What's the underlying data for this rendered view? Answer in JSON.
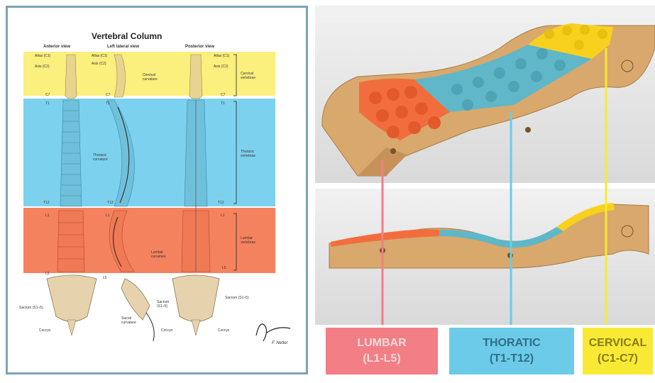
{
  "diagram": {
    "title": "Vertebral Column",
    "views": [
      "Anterior view",
      "Left lateral view",
      "Posterior view"
    ],
    "signature": "F. Netter",
    "anterior_labels": [
      {
        "text": "Atlas (C1)"
      },
      {
        "text": "Axis (C2)"
      },
      {
        "text": "C7"
      },
      {
        "text": "T1"
      },
      {
        "text": "T12"
      },
      {
        "text": "L1"
      },
      {
        "text": "L5"
      },
      {
        "text": "Sacrum (S1–5)"
      },
      {
        "text": "Coccyx"
      }
    ],
    "lateral_labels": [
      {
        "text": "Atlas (C1)"
      },
      {
        "text": "Axis (C2)"
      },
      {
        "text": "Cervical curvature"
      },
      {
        "text": "C7"
      },
      {
        "text": "T1"
      },
      {
        "text": "Thoracic curvature"
      },
      {
        "text": "T12"
      },
      {
        "text": "L1"
      },
      {
        "text": "Lumbar curvature"
      },
      {
        "text": "L5"
      },
      {
        "text": "Sacrum (S1–5)"
      },
      {
        "text": "Sacral curvature"
      },
      {
        "text": "Coccyx"
      }
    ],
    "posterior_labels": [
      {
        "text": "Atlas (C1)"
      },
      {
        "text": "Axis (C2)"
      },
      {
        "text": "Cervical vertebrae"
      },
      {
        "text": "C7"
      },
      {
        "text": "T1"
      },
      {
        "text": "Thoracic vertebrae"
      },
      {
        "text": "T12"
      },
      {
        "text": "L1"
      },
      {
        "text": "Lumbar vertebrae"
      },
      {
        "text": "L5"
      },
      {
        "text": "Sacrum (S1–5)"
      },
      {
        "text": "Coccyx"
      }
    ]
  },
  "colors": {
    "cervical": "#fbef7d",
    "thoracic": "#7cd2ee",
    "lumbar": "#f5825e",
    "legend_lumbar": "#f27e86",
    "legend_thoracic": "#6ccbe9",
    "legend_cervical": "#f8ea34",
    "wood": "#d9a86c"
  },
  "legend": [
    {
      "name": "LUMBAR",
      "range": "(L1-L5)"
    },
    {
      "name": "THORATIC",
      "range": "(T1-T12)"
    },
    {
      "name": "CERVICAL",
      "range": "(C1-C7)"
    }
  ]
}
